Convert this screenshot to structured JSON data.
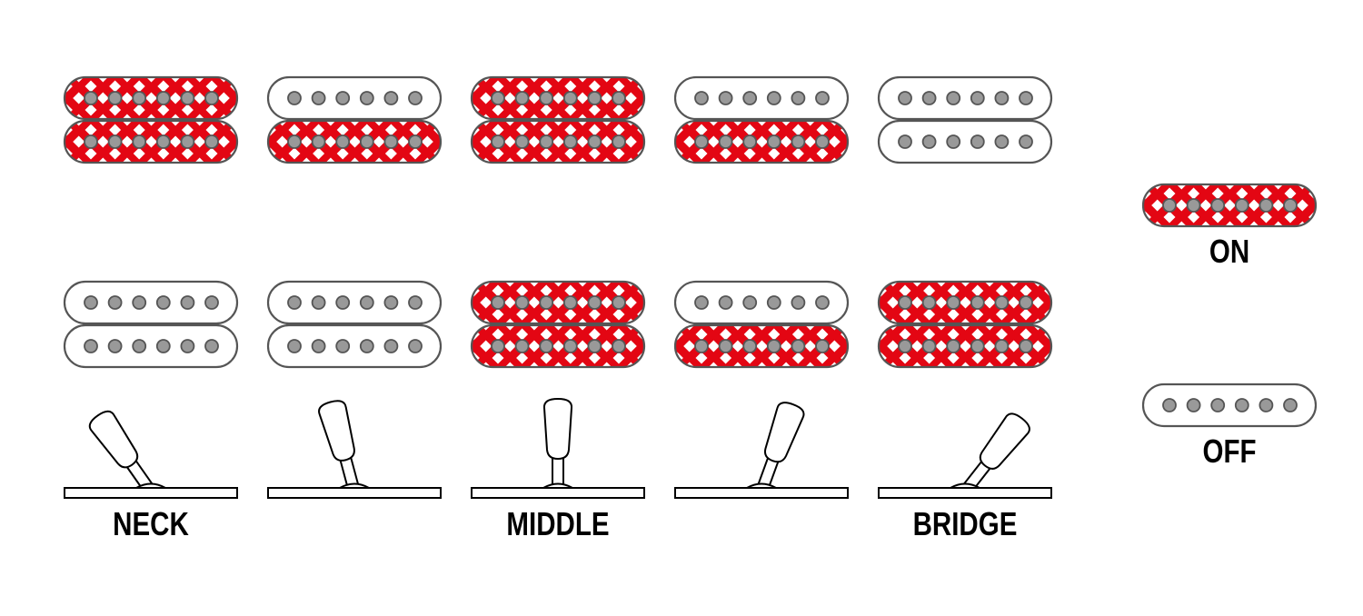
{
  "colors": {
    "on_fill": "#e30613",
    "off_fill": "#ffffff",
    "outline": "#555555",
    "pole": "#999999"
  },
  "positions": [
    {
      "label": "NECK",
      "switch_angle_deg": -35,
      "top_humbucker": [
        "on",
        "on"
      ],
      "bottom_humbucker": [
        "off",
        "off"
      ]
    },
    {
      "label": "",
      "switch_angle_deg": -15,
      "top_humbucker": [
        "off",
        "on"
      ],
      "bottom_humbucker": [
        "off",
        "off"
      ]
    },
    {
      "label": "MIDDLE",
      "switch_angle_deg": 0,
      "top_humbucker": [
        "on",
        "on"
      ],
      "bottom_humbucker": [
        "on",
        "on"
      ]
    },
    {
      "label": "",
      "switch_angle_deg": 20,
      "top_humbucker": [
        "off",
        "on"
      ],
      "bottom_humbucker": [
        "off",
        "on"
      ]
    },
    {
      "label": "BRIDGE",
      "switch_angle_deg": 38,
      "top_humbucker": [
        "off",
        "off"
      ],
      "bottom_humbucker": [
        "on",
        "on"
      ]
    }
  ],
  "legend": {
    "on_label": "ON",
    "off_label": "OFF"
  }
}
